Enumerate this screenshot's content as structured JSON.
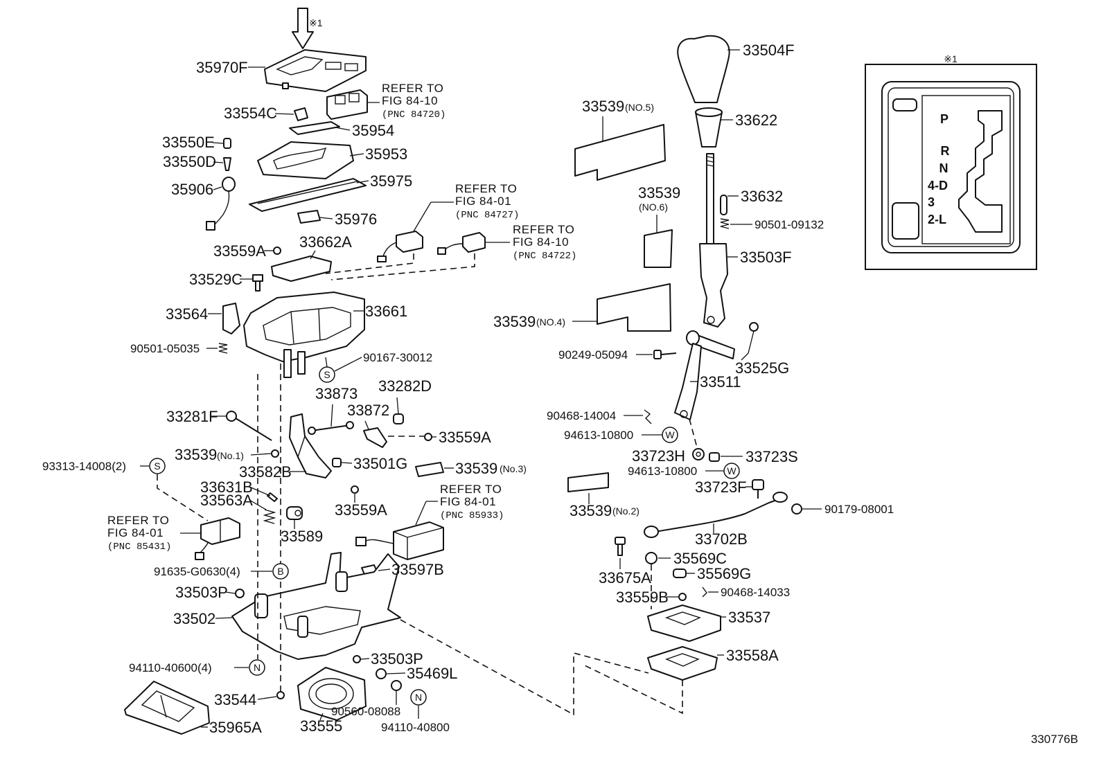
{
  "arrow_mark": "※1",
  "figure_id": "330776B",
  "parts": {
    "left": [
      {
        "no": "35970F"
      },
      {
        "no": "33554C"
      },
      {
        "no": "35954"
      },
      {
        "no": "33550E"
      },
      {
        "no": "35953"
      },
      {
        "no": "33550D"
      },
      {
        "no": "35975"
      },
      {
        "no": "35906"
      },
      {
        "no": "35976"
      },
      {
        "no": "33662A"
      },
      {
        "no": "33559A"
      },
      {
        "no": "33529C"
      },
      {
        "no": "33661"
      },
      {
        "no": "33564"
      },
      {
        "no": "90501-05035"
      },
      {
        "no": "90167-30012"
      },
      {
        "no": "33873"
      },
      {
        "no": "33282D"
      },
      {
        "no": "33872"
      },
      {
        "no": "33281F"
      },
      {
        "no": "33559A"
      },
      {
        "no": "33539",
        "note": "(No.1)"
      },
      {
        "no": "33501G"
      },
      {
        "no": "93313-14008(2)"
      },
      {
        "no": "33539",
        "note": "(No.3)"
      },
      {
        "no": "33582B"
      },
      {
        "no": "33631B"
      },
      {
        "no": "33563A"
      },
      {
        "no": "33559A"
      },
      {
        "no": "33589"
      },
      {
        "no": "33597B"
      },
      {
        "no": "91635-G0630(4)"
      },
      {
        "no": "33503P"
      },
      {
        "no": "33502"
      },
      {
        "no": "33503P"
      },
      {
        "no": "94110-40600(4)"
      },
      {
        "no": "35469L"
      },
      {
        "no": "33544"
      },
      {
        "no": "90560-08088"
      },
      {
        "no": "33555"
      },
      {
        "no": "94110-40800"
      },
      {
        "no": "35965A"
      }
    ],
    "right": [
      {
        "no": "33504F"
      },
      {
        "no": "33539",
        "note": "(NO.5)"
      },
      {
        "no": "33622"
      },
      {
        "no": "33539",
        "note": "(NO.6)"
      },
      {
        "no": "33632"
      },
      {
        "no": "90501-09132"
      },
      {
        "no": "33503F"
      },
      {
        "no": "33539",
        "note": "(NO.4)"
      },
      {
        "no": "90249-05094"
      },
      {
        "no": "33525G"
      },
      {
        "no": "33511"
      },
      {
        "no": "90468-14004"
      },
      {
        "no": "94613-10800"
      },
      {
        "no": "33723H"
      },
      {
        "no": "33723S"
      },
      {
        "no": "94613-10800"
      },
      {
        "no": "33723F"
      },
      {
        "no": "33539",
        "note": "(No.2)"
      },
      {
        "no": "90179-08001"
      },
      {
        "no": "33702B"
      },
      {
        "no": "35569C"
      },
      {
        "no": "35569G"
      },
      {
        "no": "33675A"
      },
      {
        "no": "90468-14033"
      },
      {
        "no": "33559B"
      },
      {
        "no": "33537"
      },
      {
        "no": "33558A"
      }
    ]
  },
  "refs": [
    {
      "title": "REFER TO",
      "fig": "FIG 84-10",
      "pnc": "(PNC 84720)"
    },
    {
      "title": "REFER TO",
      "fig": "FIG 84-01",
      "pnc": "(PNC 84727)"
    },
    {
      "title": "REFER TO",
      "fig": "FIG 84-10",
      "pnc": "(PNC 84722)"
    },
    {
      "title": "REFER TO",
      "fig": "FIG 84-01",
      "pnc": "(PNC 85933)"
    },
    {
      "title": "REFER TO",
      "fig": "FIG 84-01",
      "pnc": "(PNC 85431)"
    }
  ],
  "circle_marks": [
    "S",
    "S",
    "B",
    "N",
    "N",
    "W",
    "W"
  ],
  "inset": {
    "mark": "※1",
    "positions": [
      "P",
      "R",
      "N",
      "4-D",
      "3",
      "2-L"
    ]
  }
}
